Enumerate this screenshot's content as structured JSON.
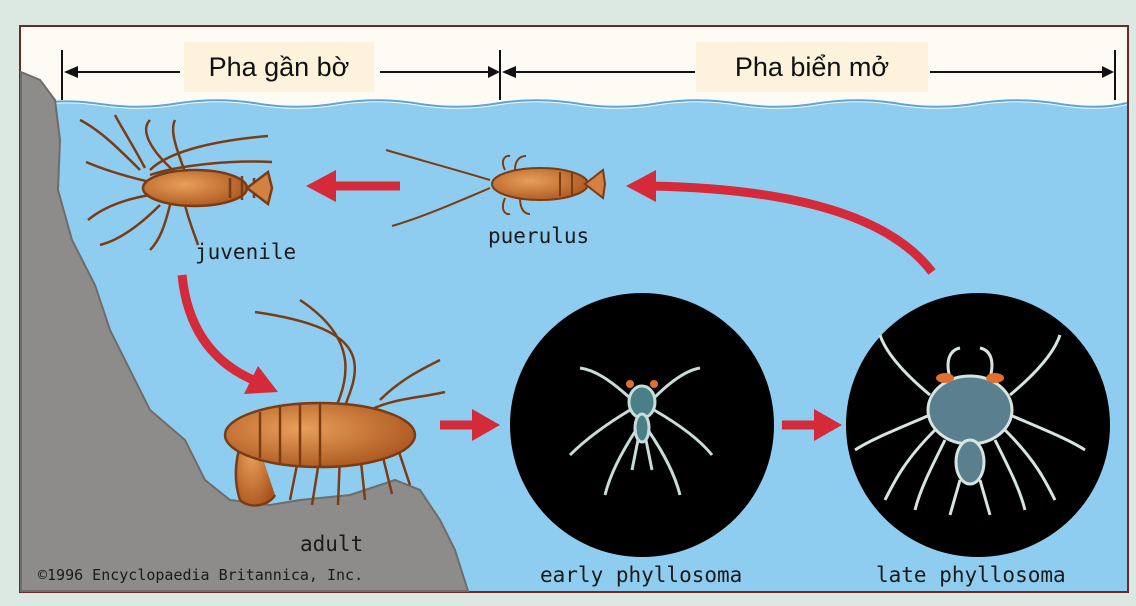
{
  "phases": {
    "nearshore": "Pha gần bờ",
    "open_sea": "Pha biển mở"
  },
  "stages": {
    "juvenile": "juvenile",
    "puerulus": "puerulus",
    "adult": "adult",
    "early_phyllosoma": "early phyllosoma",
    "late_phyllosoma": "late phyllosoma"
  },
  "copyright": "©1996 Encyclopaedia Britannica, Inc.",
  "colors": {
    "water": "#8fcdf0",
    "rock": "#8e8c8b",
    "arrow": "#d42a3a",
    "frame": "#6b2a2a",
    "lobster": "#c8702e",
    "phase_label_bg": "#fdf3dc"
  }
}
